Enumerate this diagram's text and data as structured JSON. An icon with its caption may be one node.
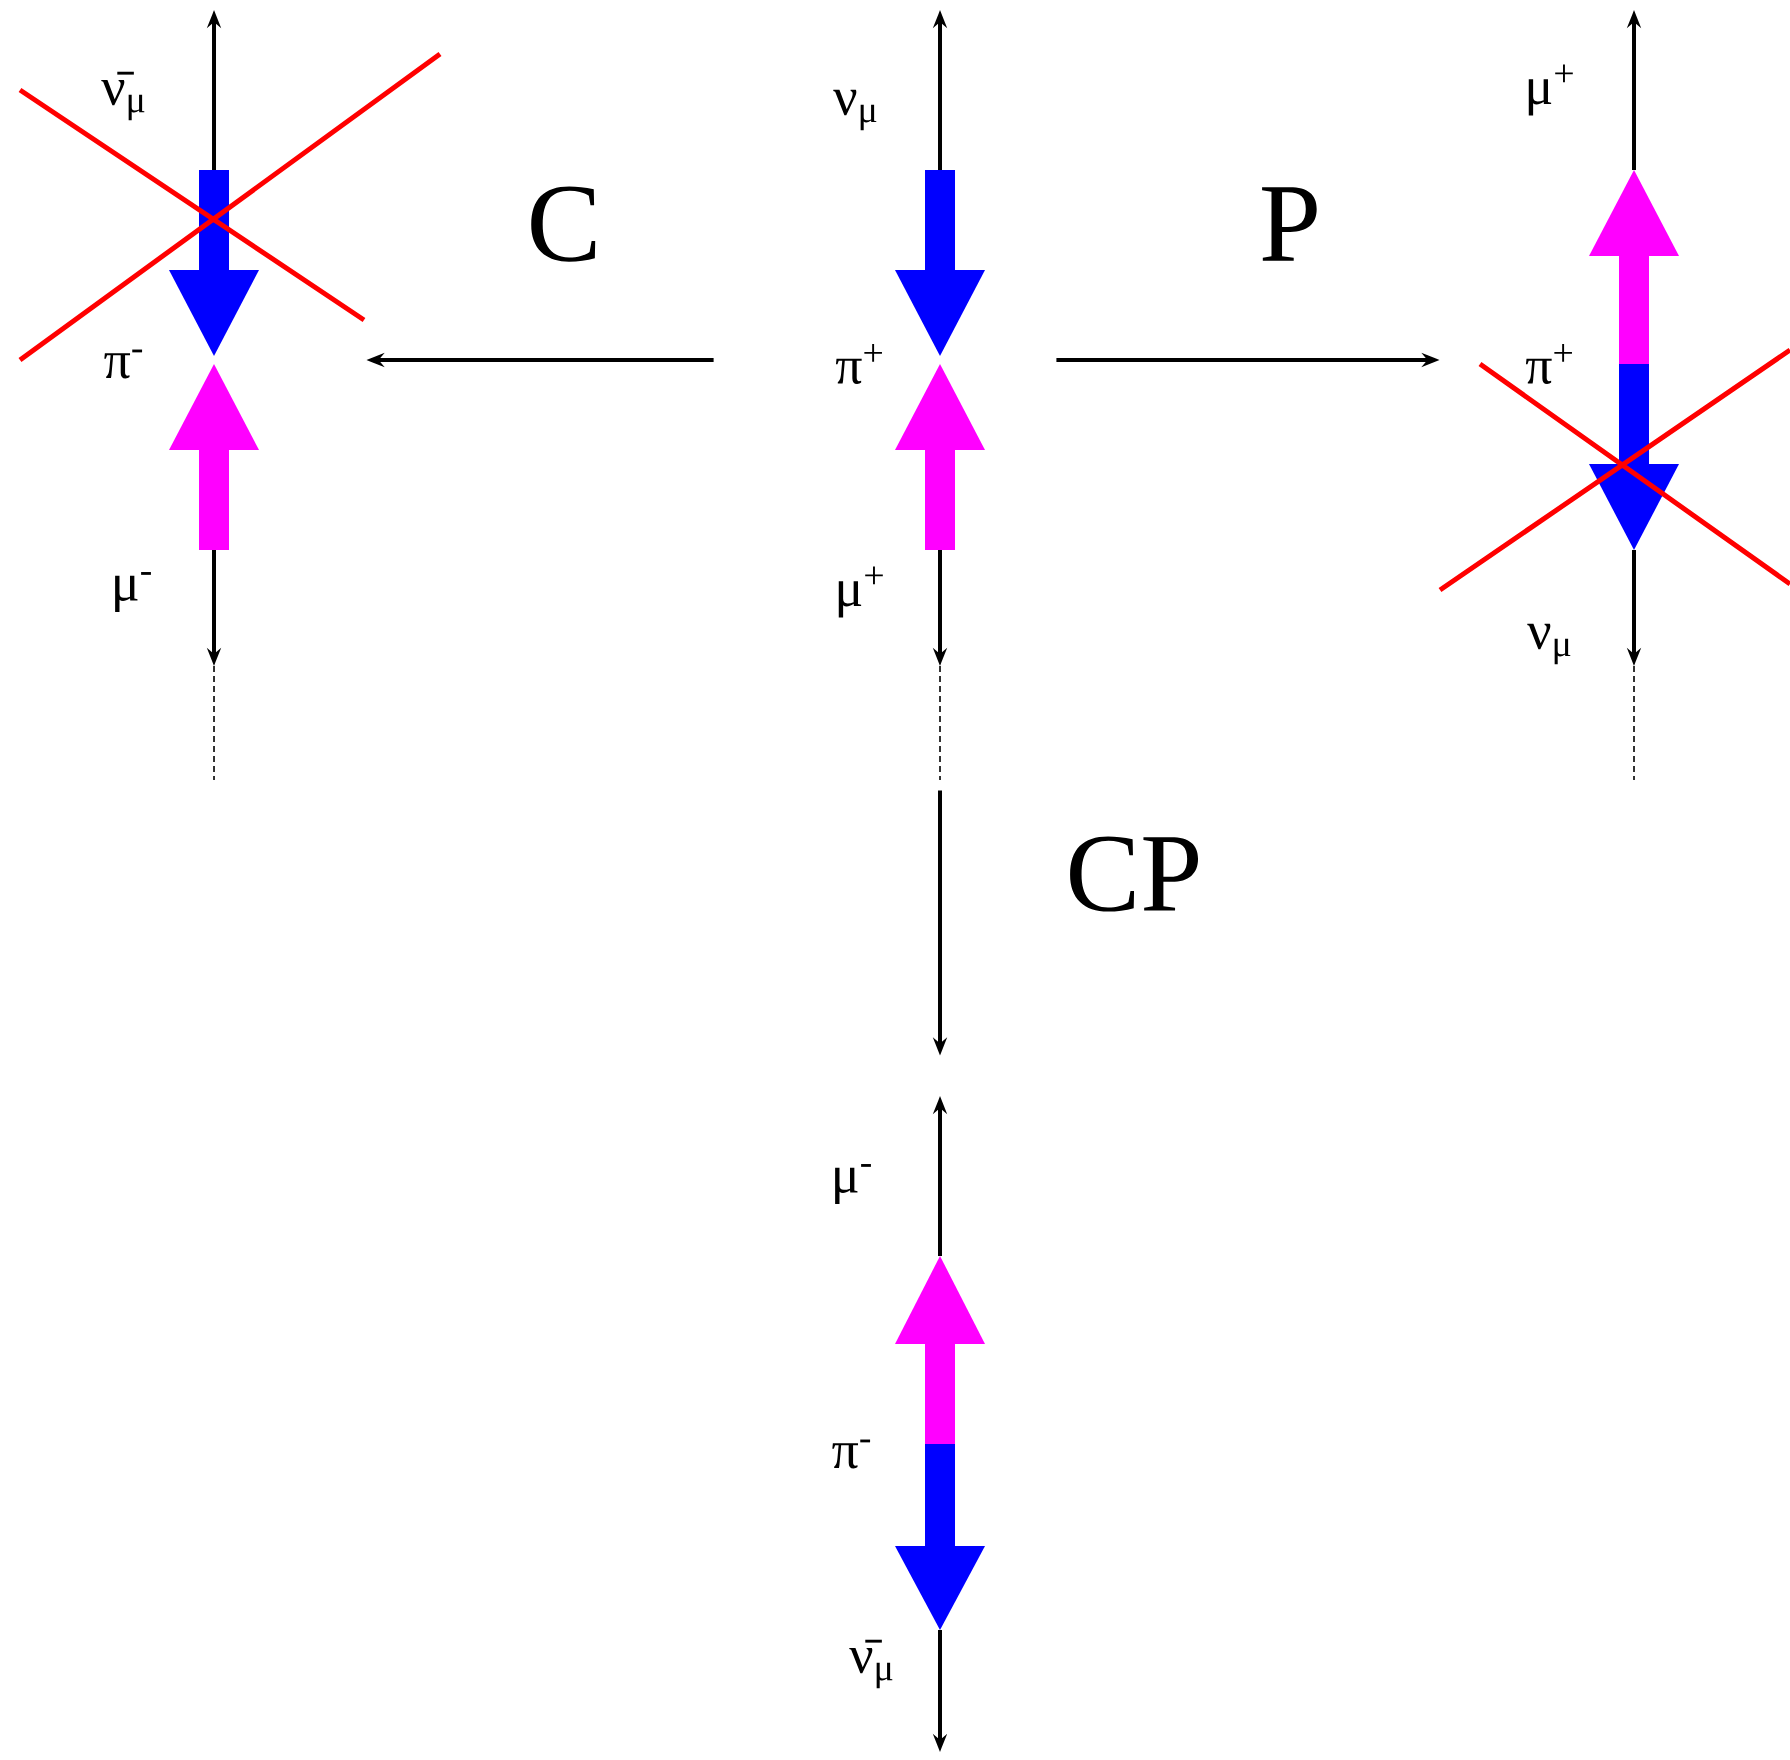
{
  "diagram": {
    "nodes": [
      {
        "text": [
          "ν$_{μ}$",
          "π$^{+}$",
          "μ$^{+}$"
        ]
      },
      {
        "text": [
          "ν̄$_{μ}$",
          "π$^{-}$",
          "μ$^{-}$"
        ]
      },
      {
        "text": [
          "μ$^{+}$",
          "π$^{+}$",
          "ν$_{μ}$"
        ]
      },
      {
        "text": [
          "μ$^{-}$",
          "π$^{-}$",
          "ν̄$_{μ}$"
        ]
      }
    ],
    "edges": [
      {
        "from": 0,
        "to": 1,
        "arrow": "to",
        "label": "C"
      },
      {
        "from": 0,
        "to": 2,
        "arrow": "to",
        "label": "P"
      },
      {
        "from": 0,
        "to": 3,
        "arrow": "to",
        "label": "CP"
      }
    ]
  }
}
